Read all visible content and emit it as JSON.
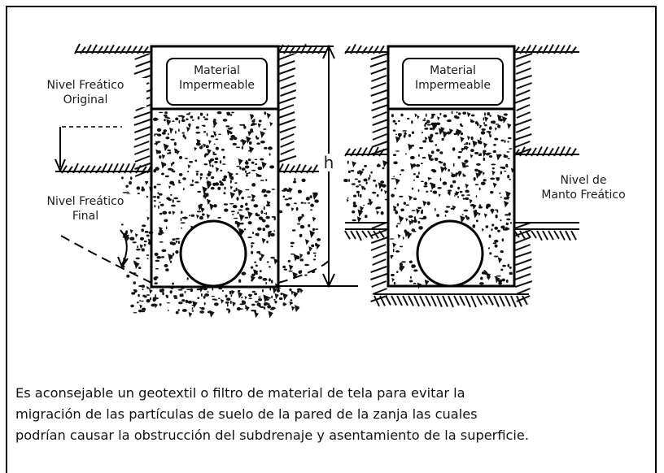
{
  "diagram": {
    "left_trench": {
      "cap_label": [
        "Material",
        "Impermeable"
      ],
      "original_level_label": [
        "Nivel Freático",
        "Original"
      ],
      "final_level_label": [
        "Nivel Freático",
        "Final"
      ]
    },
    "right_trench": {
      "cap_label": [
        "Material",
        "Impermeable"
      ],
      "water_table_label": [
        "Nivel de",
        "Manto Freático"
      ]
    },
    "height_label": "h"
  },
  "caption": {
    "lines": [
      "Es aconsejable un geotextil o filtro de material de tela para evitar la",
      "migración de las partículas de suelo de la pared de la zanja las cuales",
      "podrían causar la obstrucción del subdrenaje y asentamiento de la superficie."
    ]
  }
}
